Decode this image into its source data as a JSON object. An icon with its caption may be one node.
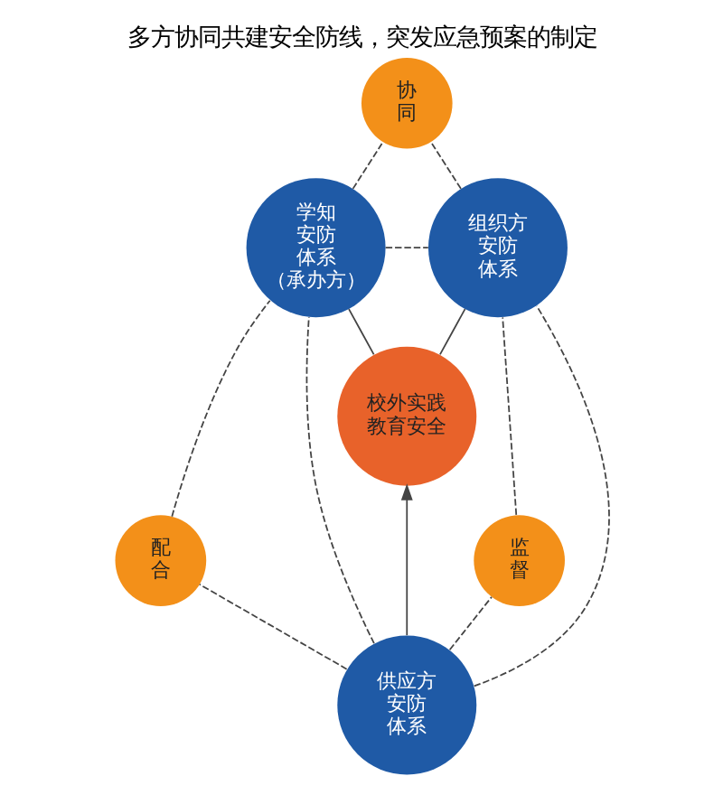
{
  "diagram": {
    "title": "多方协同共建安全防线，突发应急预案的制定",
    "nodes": [
      {
        "text": [
          "协同"
        ]
      },
      {
        "text": [
          "学知安防体系（承办方）"
        ]
      },
      {
        "text": [
          "组织方安防体系"
        ]
      },
      {
        "text": [
          "校外实践教育安全"
        ]
      },
      {
        "text": [
          "配合"
        ]
      },
      {
        "text": [
          "监督"
        ]
      },
      {
        "text": [
          "供应方安防体系"
        ]
      }
    ],
    "edges": [
      {
        "from": 1,
        "to": 0,
        "arrow": "none",
        "style": "dashed"
      },
      {
        "from": 2,
        "to": 0,
        "arrow": "none",
        "style": "dashed"
      },
      {
        "from": 1,
        "to": 2,
        "arrow": "none",
        "style": "dashed"
      },
      {
        "from": 3,
        "to": 1,
        "arrow": "none"
      },
      {
        "from": 3,
        "to": 2,
        "arrow": "none"
      },
      {
        "from": 4,
        "to": 1,
        "arrow": "none",
        "style": "dashed"
      },
      {
        "from": 5,
        "to": 2,
        "arrow": "none",
        "style": "dashed"
      },
      {
        "from": 6,
        "to": 1,
        "arrow": "none",
        "style": "dashed"
      },
      {
        "from": 6,
        "to": 2,
        "arrow": "none",
        "style": "dashed"
      },
      {
        "from": 6,
        "to": 4,
        "arrow": "none",
        "style": "dashed"
      },
      {
        "from": 6,
        "to": 5,
        "arrow": "none",
        "style": "dashed"
      },
      {
        "from": 6,
        "to": 3,
        "arrow": "to"
      }
    ]
  }
}
